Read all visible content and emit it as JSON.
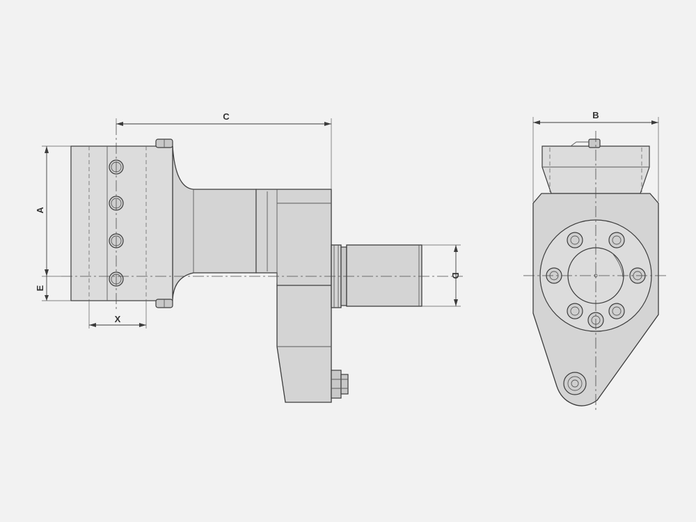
{
  "dimensions": {
    "a": "A",
    "b": "B",
    "c": "C",
    "d": "D",
    "e": "E",
    "x": "X"
  },
  "colors": {
    "background": "#f2f2f2",
    "body_fill": "#d4d4d4",
    "line": "#3c3c3c"
  }
}
